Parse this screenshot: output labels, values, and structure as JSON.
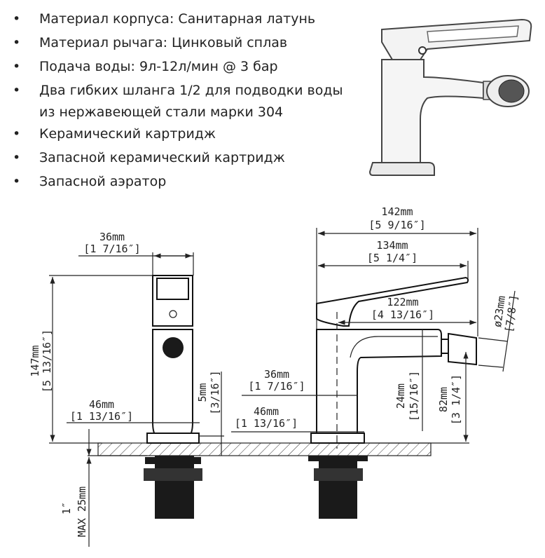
{
  "specs": [
    {
      "bullet": "•",
      "text": "Материал корпуса: Санитарная латунь"
    },
    {
      "bullet": "•",
      "text": "Материал рычага: Цинковый сплав"
    },
    {
      "bullet": "•",
      "text": "Подача воды: 9л-12л/мин @ 3 бар"
    },
    {
      "bullet": "•",
      "text": "Два гибких шланга 1/2 для подводки воды",
      "text2": "из нержавеющей стали марки 304"
    },
    {
      "bullet": "•",
      "text": "Керамический картридж"
    },
    {
      "bullet": "•",
      "text": "Запасной керамический картридж"
    },
    {
      "bullet": "•",
      "text": "Запасной аэратор"
    }
  ],
  "front_view": {
    "width_top": {
      "mm": "36mm",
      "in": "[1 7/16″]"
    },
    "height": {
      "mm": "147mm",
      "in": "[5 13/16″]"
    },
    "base_width": {
      "mm": "46mm",
      "in": "[1 13/16″]"
    },
    "base_height": {
      "mm": "5mm",
      "in": "[3/16″]"
    },
    "counter_max": {
      "in": "1″",
      "mm": "MAX 25mm"
    }
  },
  "side_view": {
    "total_length": {
      "mm": "142mm",
      "in": "[5 9/16″]"
    },
    "lever_length": {
      "mm": "134mm",
      "in": "[5 1/4″]"
    },
    "spout_reach": {
      "mm": "122mm",
      "in": "[4 13/16″]"
    },
    "aerator_diameter": {
      "mm": "ø23mm",
      "in": "[7/8″]"
    },
    "body_width": {
      "mm": "36mm",
      "in": "[1 7/16″]"
    },
    "base_width": {
      "mm": "46mm",
      "in": "[1 13/16″]"
    },
    "spout_height": {
      "mm": "24mm",
      "in": "[15/16″]"
    },
    "outlet_height": {
      "mm": "82mm",
      "in": "[3 1/4″]"
    }
  }
}
